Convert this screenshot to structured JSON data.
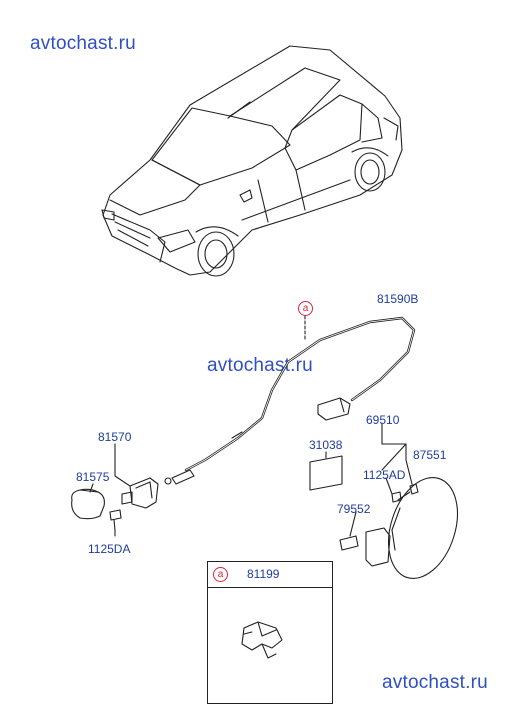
{
  "watermarks": {
    "top": "avtochast.ru",
    "middle": "avtochast.ru",
    "bottom": "avtochast.ru"
  },
  "parts": {
    "cable": "81590B",
    "cable_ref": "a",
    "release_handle_assy": "81570",
    "handle": "81575",
    "bolt": "1125DA",
    "fuel_door_assy": "69510",
    "seal": "31038",
    "spring": "87551",
    "screw": "1125AD",
    "bracket": "79552"
  },
  "callout": {
    "ref": "a",
    "part": "81199"
  },
  "colors": {
    "watermark": "#2f4fc4",
    "label": "#1e3c9e",
    "ref_marker": "#d7263d"
  }
}
